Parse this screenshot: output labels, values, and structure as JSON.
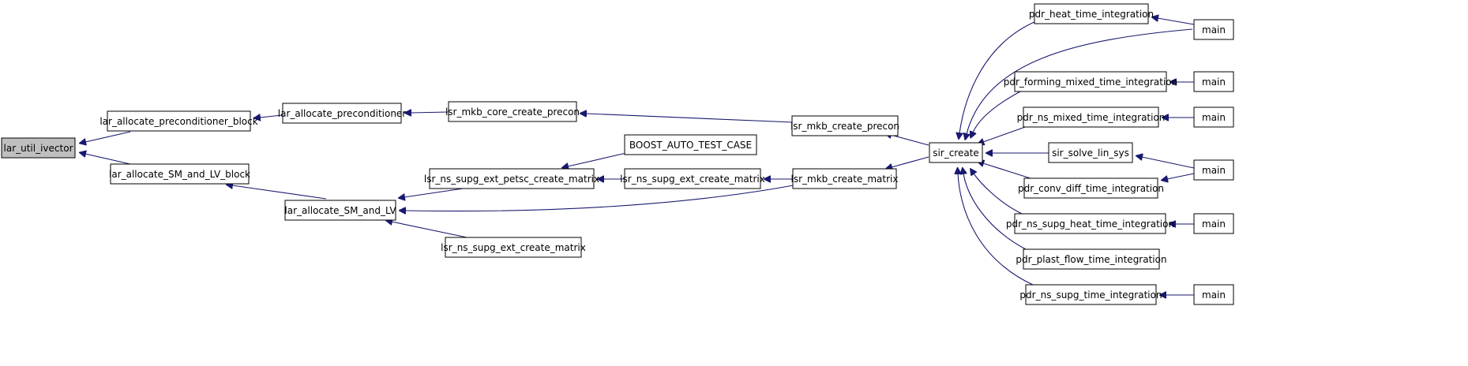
{
  "nodes": {
    "n_ivector": {
      "label": "lar_util_ivector"
    },
    "n_pcblock": {
      "label": "lar_allocate_preconditioner_block"
    },
    "n_smlvblock": {
      "label": "lar_allocate_SM_and_LV_block"
    },
    "n_pc": {
      "label": "lar_allocate_preconditioner"
    },
    "n_smlv": {
      "label": "lar_allocate_SM_and_LV"
    },
    "n_corepre": {
      "label": "lsr_mkb_core_create_precon"
    },
    "n_boost": {
      "label": "BOOST_AUTO_TEST_CASE"
    },
    "n_petsc": {
      "label": "lsr_ns_supg_ext_petsc_create_matrix"
    },
    "n_ext1": {
      "label": "lsr_ns_supg_ext_create_matrix"
    },
    "n_ext2": {
      "label": "lsr_ns_supg_ext_create_matrix"
    },
    "n_mkbpre": {
      "label": "lsr_mkb_create_precon"
    },
    "n_mkbmat": {
      "label": "lsr_mkb_create_matrix"
    },
    "n_sir": {
      "label": "sir_create"
    },
    "n_heat": {
      "label": "pdr_heat_time_integration"
    },
    "n_forming": {
      "label": "pdr_forming_mixed_time_integration"
    },
    "n_nsmixed": {
      "label": "pdr_ns_mixed_time_integration"
    },
    "n_solve": {
      "label": "sir_solve_lin_sys"
    },
    "n_conv": {
      "label": "pdr_conv_diff_time_integration"
    },
    "n_nsheat": {
      "label": "pdr_ns_supg_heat_time_integration"
    },
    "n_plast": {
      "label": "pdr_plast_flow_time_integration"
    },
    "n_nssupg": {
      "label": "pdr_ns_supg_time_integration"
    },
    "n_main1": {
      "label": "main"
    },
    "n_main2": {
      "label": "main"
    },
    "n_main3": {
      "label": "main"
    },
    "n_main4": {
      "label": "main"
    },
    "n_main5": {
      "label": "main"
    },
    "n_main6": {
      "label": "main"
    }
  },
  "colors": {
    "edge": "#191970",
    "highlight_fill": "#bfbfbf",
    "border": "#000000"
  }
}
